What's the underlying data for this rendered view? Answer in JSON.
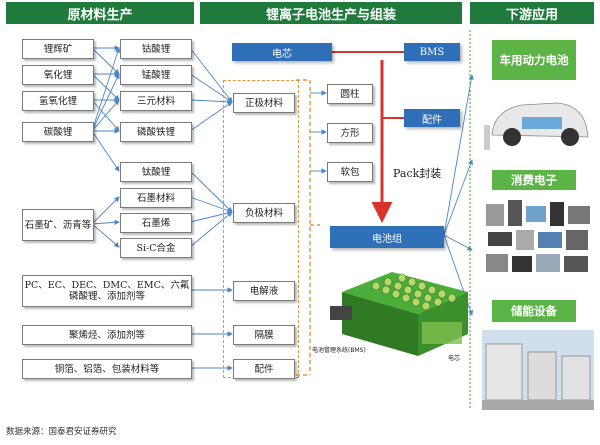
{
  "headers": {
    "raw": "原材料生产",
    "middle": "锂离子电池生产与组装",
    "downstream": "下游应用"
  },
  "raw_materials": {
    "li_ore": "锂辉矿",
    "li2o": "氧化锂",
    "lioh": "氢氧化锂",
    "li2co3": "碳酸锂",
    "graphite_ore": "石墨矿、沥青等",
    "electrolyte_raw": "PC、EC、DEC、DMC、EMC、六氟磷酸锂、添加剂等",
    "separator_raw": "聚烯烃、添加剂等",
    "parts_raw": "铜箔、铝箔、包装材料等"
  },
  "intermediate": {
    "lco": "钴酸锂",
    "lmo": "锰酸锂",
    "ncm": "三元材料",
    "lfp": "磷酸铁锂",
    "lto": "钛酸锂",
    "graphite": "石墨材料",
    "graphene": "石墨烯",
    "sic": "Si-C合金"
  },
  "components": {
    "cathode": "正极材料",
    "anode": "负极材料",
    "electrolyte": "电解液",
    "separator": "隔膜",
    "parts": "配件"
  },
  "cell": {
    "label": "电芯",
    "shapes": [
      "圆柱",
      "方形",
      "软包"
    ]
  },
  "bms": "BMS",
  "accessory": "配件",
  "pack_label": "Pack封装",
  "battery_pack": "电池组",
  "pack_image_labels": {
    "bms": "电池管理系统(BMS)",
    "cell": "电芯"
  },
  "downstream": {
    "ev": "车用动力电池",
    "consumer": "消费电子",
    "storage": "储能设备"
  },
  "source": "数据来源：国泰君安证券研究",
  "colors": {
    "header": "#1f7a3c",
    "blue": "#2e6fb8",
    "green": "#5bb445",
    "dashed": "#e8923a",
    "red_arrow": "#d9342b"
  }
}
